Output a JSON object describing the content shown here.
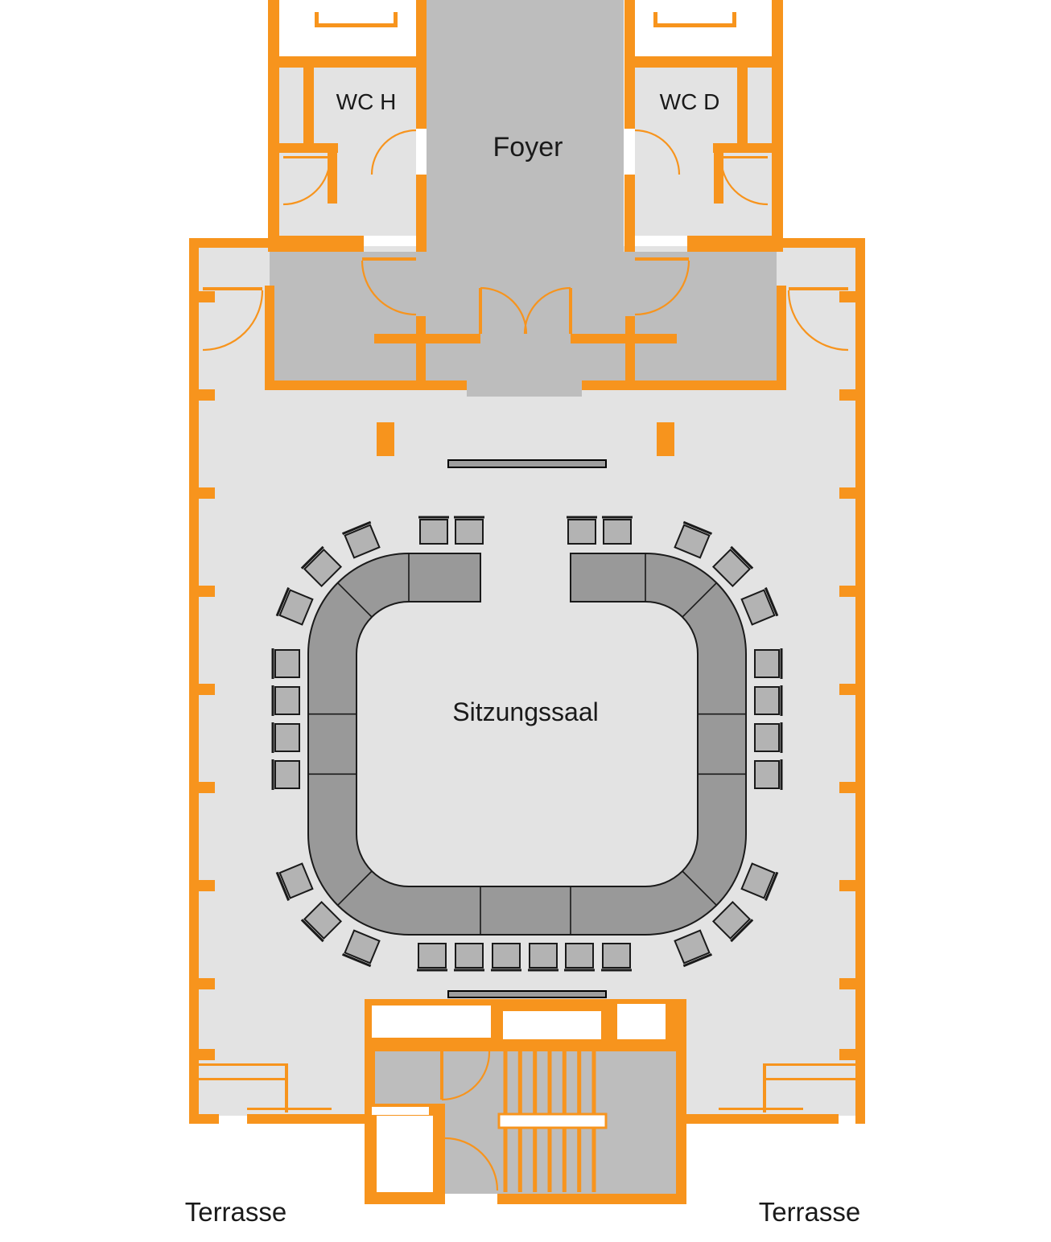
{
  "document": {
    "kind": "floor-plan",
    "description": "Council chamber level plan with foyer, WCs, meeting hall, stairs and terraces"
  },
  "rooms": {
    "foyer": {
      "label": "Foyer"
    },
    "wc_men": {
      "label": "WC H"
    },
    "wc_women": {
      "label": "WC D"
    },
    "hall": {
      "label": "Sitzungssaal",
      "seats": 30
    },
    "terrace_left": {
      "label": "Terrasse"
    },
    "terrace_right": {
      "label": "Terrasse"
    }
  },
  "colors": {
    "wall": "#F7941D",
    "floor_light": "#E3E3E3",
    "floor_dark": "#BDBDBD",
    "table": "#999999",
    "chair": "#B3B3B3",
    "outline": "#1A1A1A",
    "sideboard": "#9E9E9E",
    "background": "#FFFFFF"
  },
  "furniture": {
    "stair_treads": 7,
    "chairs": [
      [
        539,
        661,
        0
      ],
      [
        583,
        661,
        0
      ],
      [
        723,
        661,
        0
      ],
      [
        767,
        661,
        0
      ],
      [
        450,
        673,
        -22.5
      ],
      [
        401,
        706,
        -45
      ],
      [
        368,
        755,
        -67.5
      ],
      [
        860,
        673,
        22.5
      ],
      [
        909,
        706,
        45
      ],
      [
        942,
        755,
        67.5
      ],
      [
        357,
        825,
        -90
      ],
      [
        357,
        871,
        -90
      ],
      [
        357,
        917,
        -90
      ],
      [
        357,
        963,
        -90
      ],
      [
        953,
        825,
        90
      ],
      [
        953,
        871,
        90
      ],
      [
        953,
        917,
        90
      ],
      [
        953,
        963,
        90
      ],
      [
        368,
        1095,
        -112.5
      ],
      [
        401,
        1144,
        -135
      ],
      [
        450,
        1177,
        -157.5
      ],
      [
        942,
        1095,
        112.5
      ],
      [
        909,
        1144,
        135
      ],
      [
        860,
        1177,
        157.5
      ],
      [
        537,
        1188,
        180
      ],
      [
        583,
        1188,
        180
      ],
      [
        629,
        1188,
        180
      ],
      [
        675,
        1188,
        180
      ],
      [
        720,
        1188,
        180
      ],
      [
        766,
        1188,
        180
      ]
    ]
  }
}
